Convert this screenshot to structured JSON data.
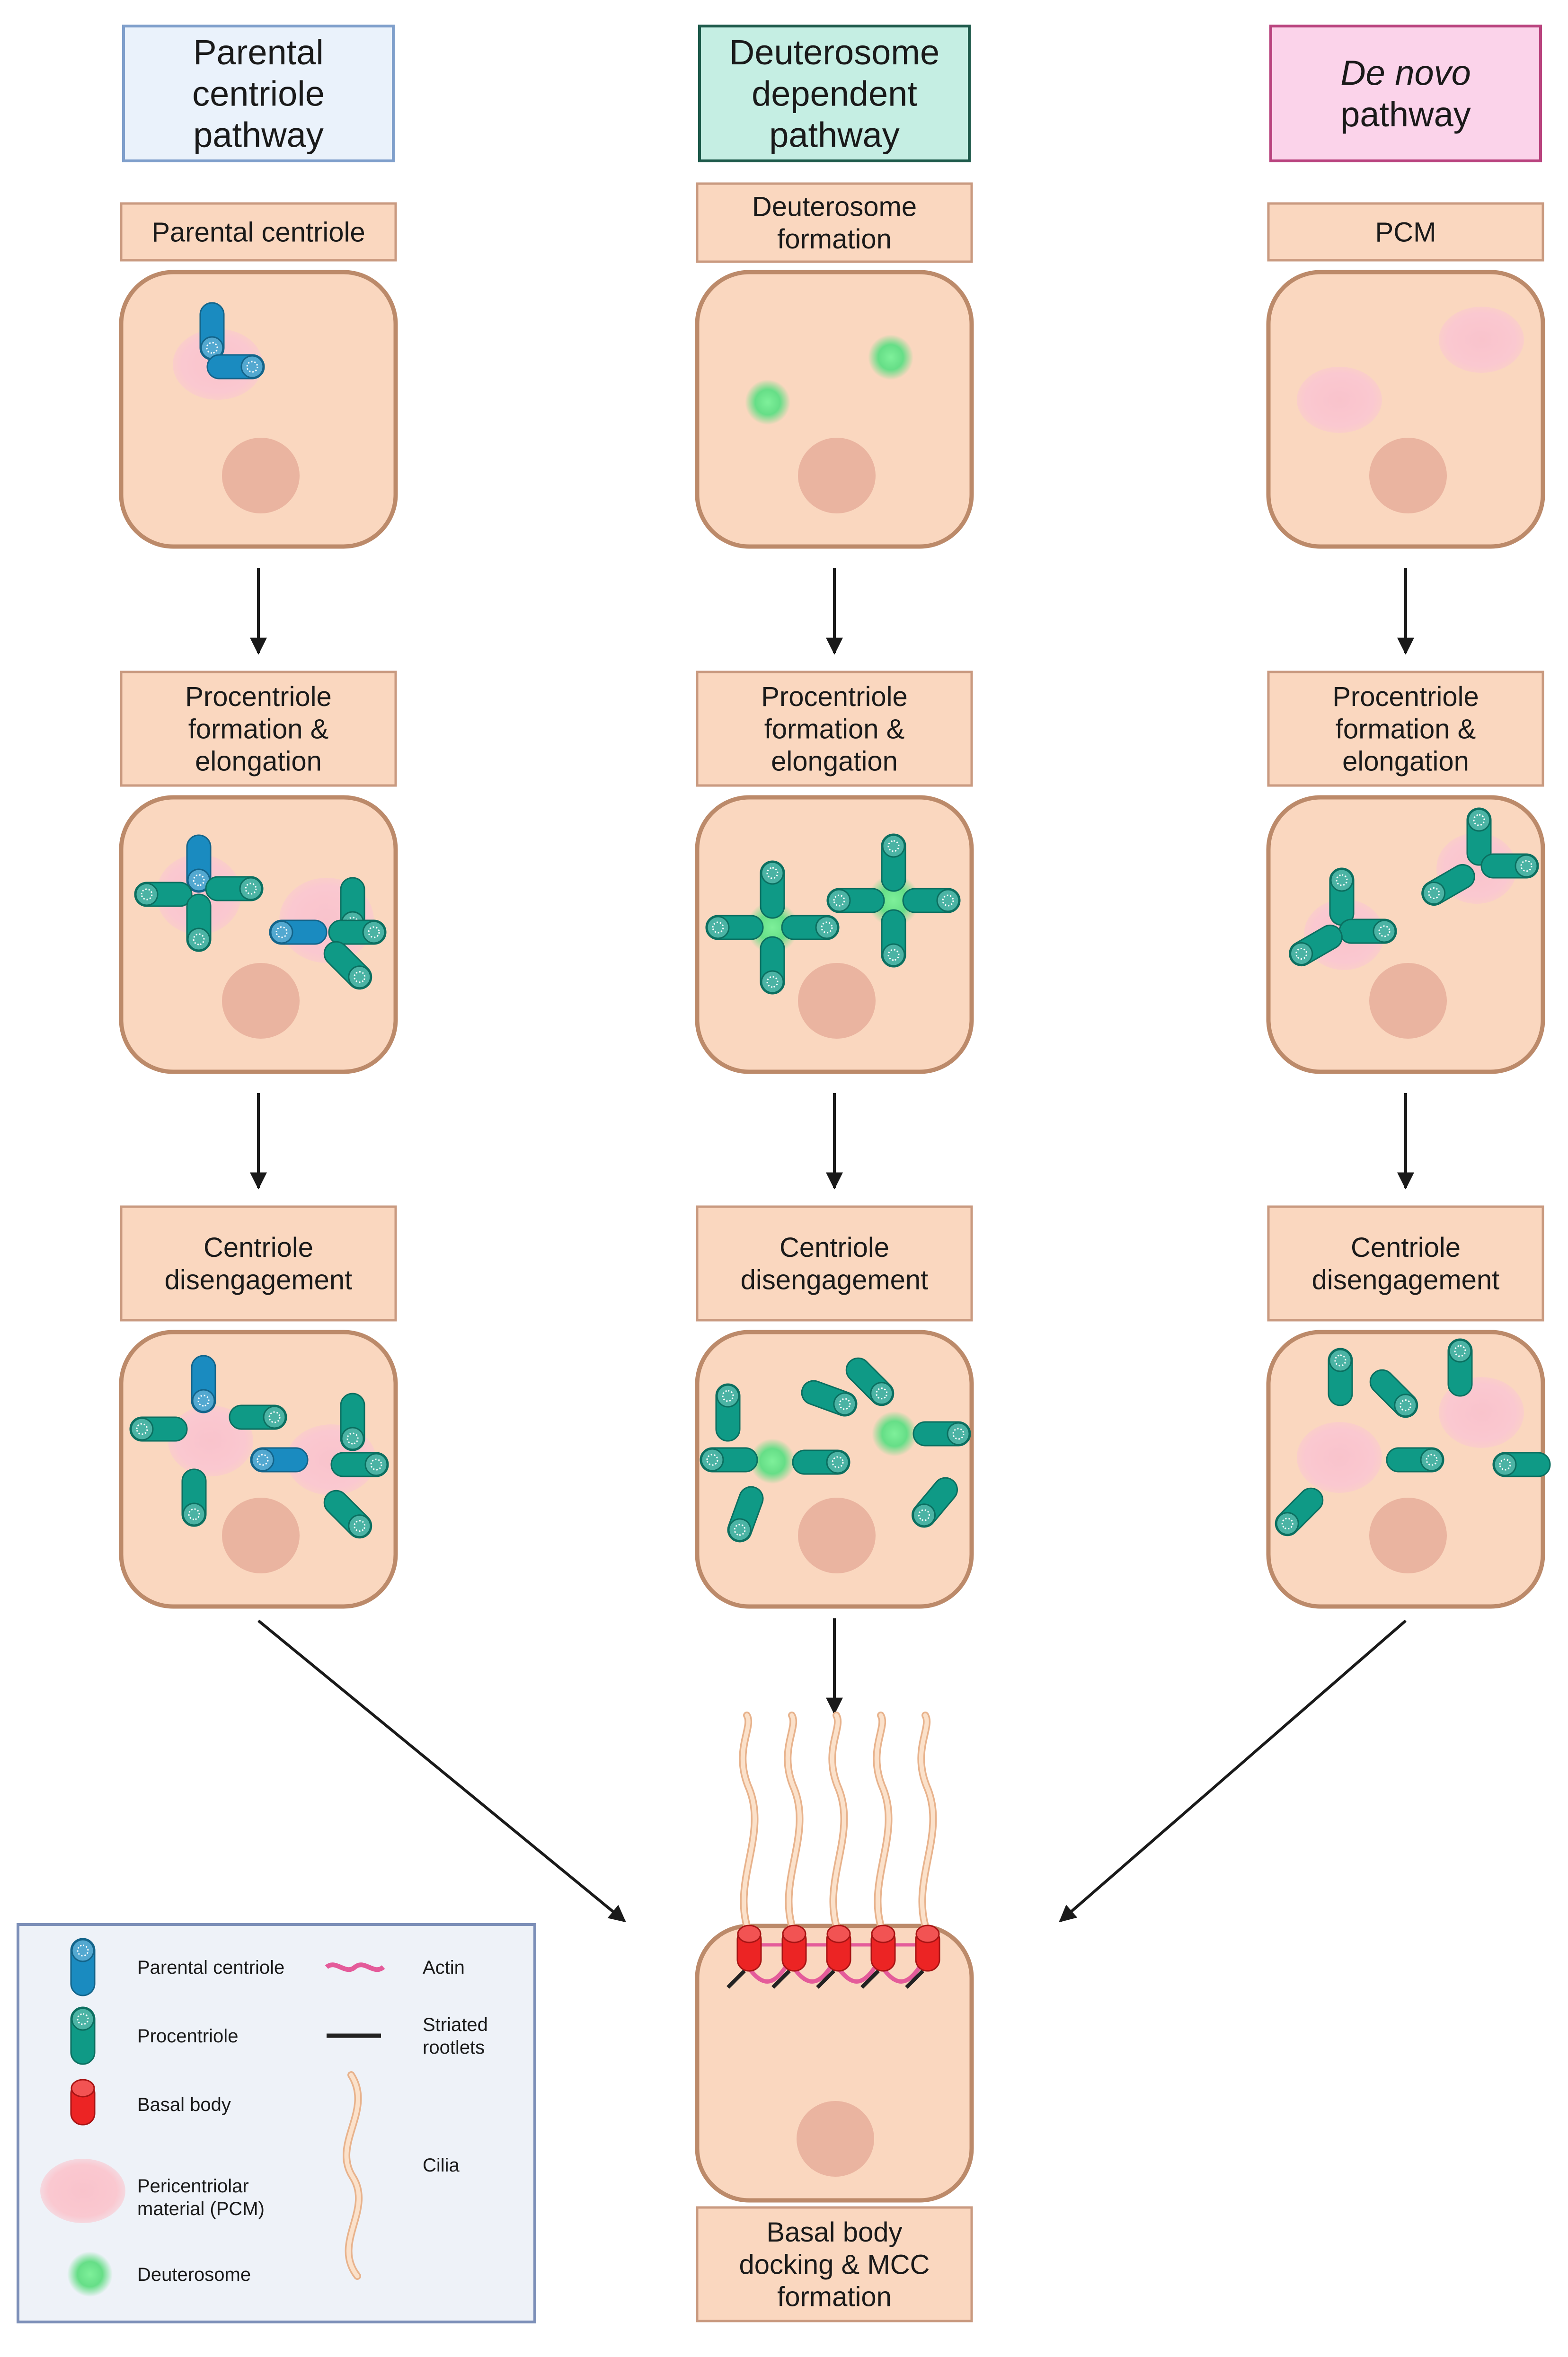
{
  "columns": [
    {
      "header": {
        "lines": [
          "Parental",
          "centriole",
          "pathway"
        ],
        "italic": false
      },
      "steps": [
        {
          "lines": [
            "Parental centriole"
          ]
        },
        {
          "lines": [
            "Procentriole",
            "formation &",
            "elongation"
          ]
        },
        {
          "lines": [
            "Centriole",
            "disengagement"
          ]
        }
      ]
    },
    {
      "header": {
        "lines": [
          "Deuterosome",
          "dependent",
          "pathway"
        ],
        "italic": false
      },
      "steps": [
        {
          "lines": [
            "Deuterosome",
            "formation"
          ]
        },
        {
          "lines": [
            "Procentriole",
            "formation &",
            "elongation"
          ]
        },
        {
          "lines": [
            "Centriole",
            "disengagement"
          ]
        }
      ]
    },
    {
      "header": {
        "lines": [
          "De novo",
          "pathway"
        ],
        "italic_line": 0
      },
      "steps": [
        {
          "lines": [
            "PCM"
          ]
        },
        {
          "lines": [
            "Procentriole",
            "formation &",
            "elongation"
          ]
        },
        {
          "lines": [
            "Centriole",
            "disengagement"
          ]
        }
      ]
    }
  ],
  "final": {
    "lines": [
      "Basal body",
      "docking & MCC",
      "formation"
    ]
  },
  "legend": {
    "items": [
      {
        "icon": "parental-centriole-icon",
        "label": [
          "Parental centriole"
        ]
      },
      {
        "icon": "procentriole-icon",
        "label": [
          "Procentriole"
        ]
      },
      {
        "icon": "basal-body-icon",
        "label": [
          "Basal body"
        ]
      },
      {
        "icon": "pcm-icon",
        "label": [
          "Pericentriolar",
          "material (PCM)"
        ]
      },
      {
        "icon": "deuterosome-icon",
        "label": [
          "Deuterosome"
        ]
      },
      {
        "icon": "actin-icon",
        "label": [
          "Actin"
        ]
      },
      {
        "icon": "striated-rootlets-icon",
        "label": [
          "Striated",
          "rootlets"
        ]
      },
      {
        "icon": "cilia-icon",
        "label": [
          "Cilia"
        ]
      }
    ]
  },
  "colors": {
    "parental_header_fill": "#EAF2FB",
    "parental_header_stroke": "#7F9FCB",
    "deutero_header_fill": "#C5EEE3",
    "deutero_header_stroke": "#1E5A4B",
    "denovo_header_fill": "#FBD3EA",
    "denovo_header_stroke": "#B9437E",
    "cell_fill": "#FAD7BF",
    "cell_stroke": "#BC8A6A",
    "label_fill": "#FAD7BF",
    "label_stroke": "#C99A80",
    "nucleus": "#EAB4A0",
    "pcm": "#F9C6CF",
    "parental_centriole": "#1A8BC0",
    "procentriole": "#0F9A86",
    "basal_body": "#EC2424",
    "deuterosome": "#6CE38A",
    "actin": "#E45B9A",
    "rootlet": "#222222",
    "cilia": "#F3C9A6",
    "legend_fill": "#EEF2F8",
    "legend_stroke": "#7C8FB8",
    "arrow": "#1a1a1a"
  }
}
